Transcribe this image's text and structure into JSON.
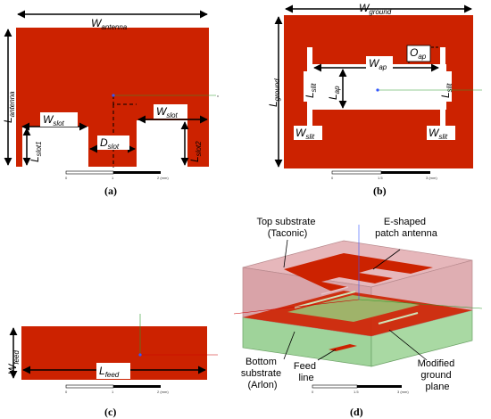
{
  "colors": {
    "copper": "#cc2200",
    "substrate_top": "#d9a3a8",
    "substrate_bottom": "#9fd39a"
  },
  "panels": {
    "a": {
      "caption": "(a)",
      "labels": {
        "w_antenna": "W",
        "w_antenna_sub": "antenna",
        "l_antenna": "L",
        "l_antenna_sub": "antenna",
        "w_slot_left": "W",
        "w_slot_left_sub": "slot",
        "w_slot_right": "W",
        "w_slot_right_sub": "slot",
        "d_slot": "D",
        "d_slot_sub": "slot",
        "l_slot1": "L",
        "l_slot1_sub": "slot1",
        "l_slot2": "L",
        "l_slot2_sub": "slot2"
      },
      "scale": [
        "0",
        "1",
        "2 (mm)"
      ]
    },
    "b": {
      "caption": "(b)",
      "labels": {
        "w_ground": "W",
        "w_ground_sub": "ground",
        "l_ground": "L",
        "l_ground_sub": "ground",
        "w_ap": "W",
        "w_ap_sub": "ap",
        "o_ap": "O",
        "o_ap_sub": "ap",
        "l_ap": "L",
        "l_ap_sub": "ap",
        "l_slit_left": "L",
        "l_slit_left_sub": "slit",
        "l_slit_right": "L",
        "l_slit_right_sub": "slit",
        "w_slit_left": "W",
        "w_slit_left_sub": "slit",
        "w_slit_right": "W",
        "w_slit_right_sub": "slit"
      },
      "scale": [
        "0",
        "1.5",
        "3 (mm)"
      ]
    },
    "c": {
      "caption": "(c)",
      "labels": {
        "w_feed": "W",
        "w_feed_sub": "feed",
        "l_feed": "L",
        "l_feed_sub": "feed"
      },
      "scale": [
        "0",
        "1",
        "2 (mm)"
      ]
    },
    "d": {
      "caption": "(d)",
      "annotations": {
        "top_substrate": [
          "Top substrate",
          "(Taconic)"
        ],
        "patch": [
          "E-shaped",
          "patch antenna"
        ],
        "bottom_substrate": [
          "Bottom",
          "substrate",
          "(Arlon)"
        ],
        "feed_line": [
          "Feed",
          "line"
        ],
        "ground": [
          "Modified",
          "ground",
          "plane"
        ]
      },
      "scale": [
        "0",
        "1.5",
        "3 (mm)"
      ]
    }
  }
}
